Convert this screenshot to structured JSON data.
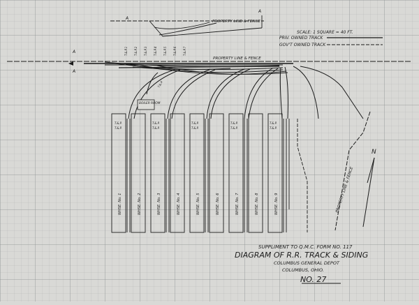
{
  "legend": {
    "scale": "SCALE: 1 SQUARE = 40 FT.",
    "private_track": "PRIV. OWNED TRACK",
    "govt_track": "GOV'T OWNED TRACK"
  },
  "property_line_top": "PROPERTY LINE & FENCE",
  "property_line_main": "PROPERTY LINE & FENCE",
  "property_line_diag": "PROPERTY LINE & FENCE",
  "section_marks": [
    "A",
    "A",
    "A",
    "A"
  ],
  "boiler_label": "BOILER ROOM",
  "warehouses": [
    "WHSE. No. 1",
    "WHSE. No. 2",
    "WHSE. No. 3",
    "WHSE. No. 4",
    "WHSE. No. 5",
    "WHSE. No. 6",
    "WHSE. No. 7",
    "WHSE. No. 8",
    "WHSE. No. 9"
  ],
  "title": {
    "line1": "SUPPLIMENT TO Q.M.C. FORM NO. 117",
    "line2": "DIAGRAM OF R.R. TRACK & SIDING",
    "line3": "COLUMBUS GENERAL DEPOT",
    "line4": "COLUMBUS, OHIO.",
    "line5": "NO. 27"
  },
  "north_mark": "N",
  "colors": {
    "paper": "#d9d9d6",
    "grid": "#9fa3a3",
    "ink": "#1b1b1b"
  }
}
